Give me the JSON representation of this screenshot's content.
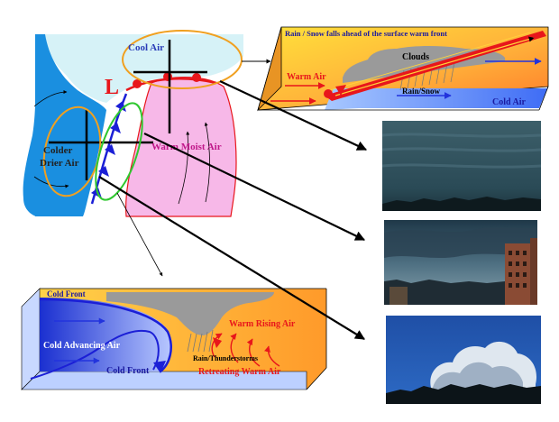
{
  "map": {
    "low_symbol": "L",
    "cool_air": "Cool Air",
    "colder_drier_line1": "Colder",
    "colder_drier_line2": "Drier Air",
    "warm_moist_air": "Warm Moist Air"
  },
  "warm_front_panel": {
    "title": "Rain / Snow falls ahead of the surface warm front",
    "warm_air": "Warm Air",
    "clouds": "Clouds",
    "precip": "Rain/Snow",
    "cold_air": "Cold Air"
  },
  "cold_front_panel": {
    "title": "Cold Front",
    "warm_rising_air": "Warm Rising Air",
    "cold_advancing_air": "Cold Advancing Air",
    "precip": "Rain/Thunderstorms",
    "bottom_label": "Cold Front",
    "retreating_warm_air": "Retreating Warm Air"
  },
  "colors": {
    "cold_air": "#1a8fe0",
    "cool_air": "#d6f2f7",
    "warm_air": "#f7b8e8",
    "warm_front": "#e8161b",
    "cold_front": "#1b1fd6",
    "outline_orange": "#f0a020",
    "outline_green": "#2fc72f"
  },
  "photos": [
    "overcast-sky-photo",
    "storm-clouds-building-photo",
    "cumulus-cloud-photo"
  ]
}
